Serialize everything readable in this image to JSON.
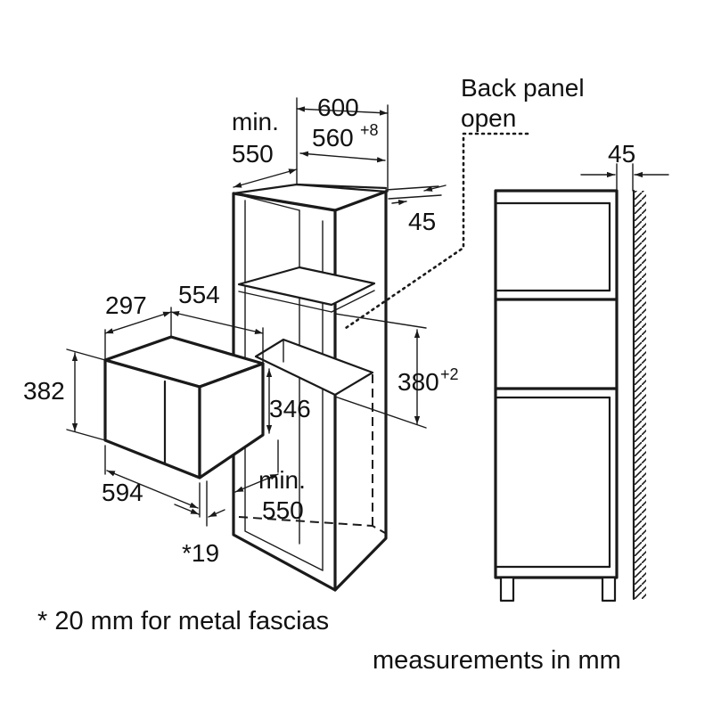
{
  "labels": {
    "back_panel_line1": "Back panel",
    "back_panel_line2": "open",
    "cab_depth_min": "min.",
    "cab_depth_value": "550",
    "cab_width": "600",
    "niche_width": "560",
    "niche_width_tol": "+8",
    "gap_right": "45",
    "mw_depth": "297",
    "mw_depth_total": "554",
    "mw_height": "382",
    "niche_height": "380",
    "niche_height_tol": "+2",
    "mw_inner_height": "346",
    "mw_width": "594",
    "fascia_gap": "*19",
    "shelf_depth_min": "min.",
    "shelf_depth_value": "550",
    "side_gap": "45"
  },
  "notes": {
    "metal_fascia": "* 20 mm for metal fascias",
    "units": "measurements in mm"
  }
}
